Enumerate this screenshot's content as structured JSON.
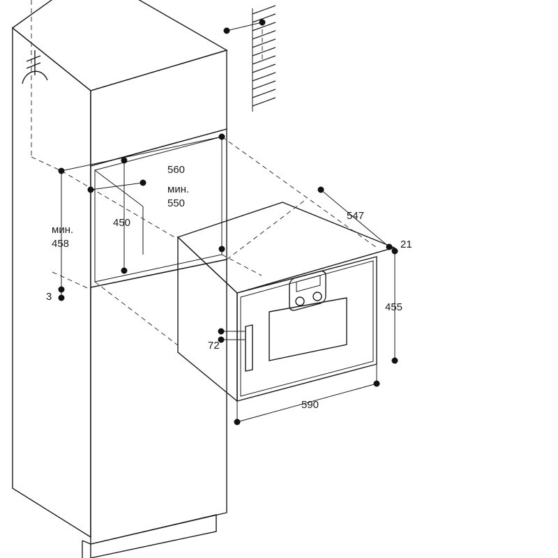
{
  "labels": {
    "width_niche": "560",
    "width_niche_min_word": "мин.",
    "width_niche_min_value": "550",
    "niche_height": "450",
    "niche_height_min_word": "мин.",
    "niche_height_min_value": "458",
    "gap_bottom": "3",
    "depth": "547",
    "front_offset": "21",
    "appliance_height": "455",
    "handle_offset": "72",
    "appliance_width": "590"
  }
}
